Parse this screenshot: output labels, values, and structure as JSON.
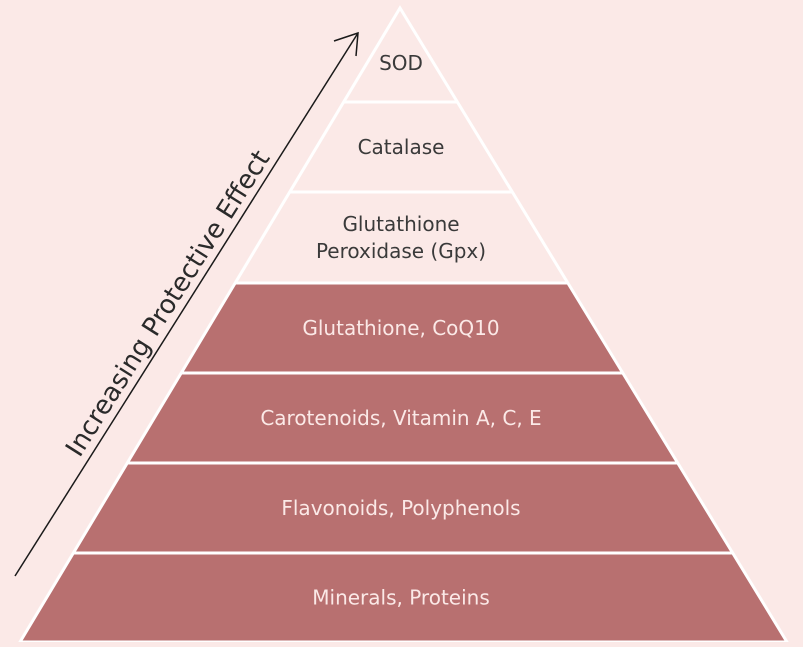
{
  "arrow_label": "Increasing Protective Effect",
  "tiers": [
    {
      "lines": [
        "SOD"
      ],
      "style": "light"
    },
    {
      "lines": [
        "Catalase"
      ],
      "style": "light"
    },
    {
      "lines": [
        "Glutathione",
        "Peroxidase (Gpx)"
      ],
      "style": "light"
    },
    {
      "lines": [
        "Glutathione, CoQ10"
      ],
      "style": "dark"
    },
    {
      "lines": [
        "Carotenoids, Vitamin A, C, E"
      ],
      "style": "dark"
    },
    {
      "lines": [
        "Flavonoids, Polyphenols"
      ],
      "style": "dark"
    },
    {
      "lines": [
        "Minerals, Proteins"
      ],
      "style": "dark"
    }
  ],
  "colors": {
    "background": "#fbe9e7",
    "light_fill": "#fbe9e7",
    "dark_fill": "#b87070",
    "light_text": "#3a3a3a",
    "dark_text": "#fbe9e7",
    "separator": "#ffffff",
    "arrow": "#1a1a1a"
  }
}
